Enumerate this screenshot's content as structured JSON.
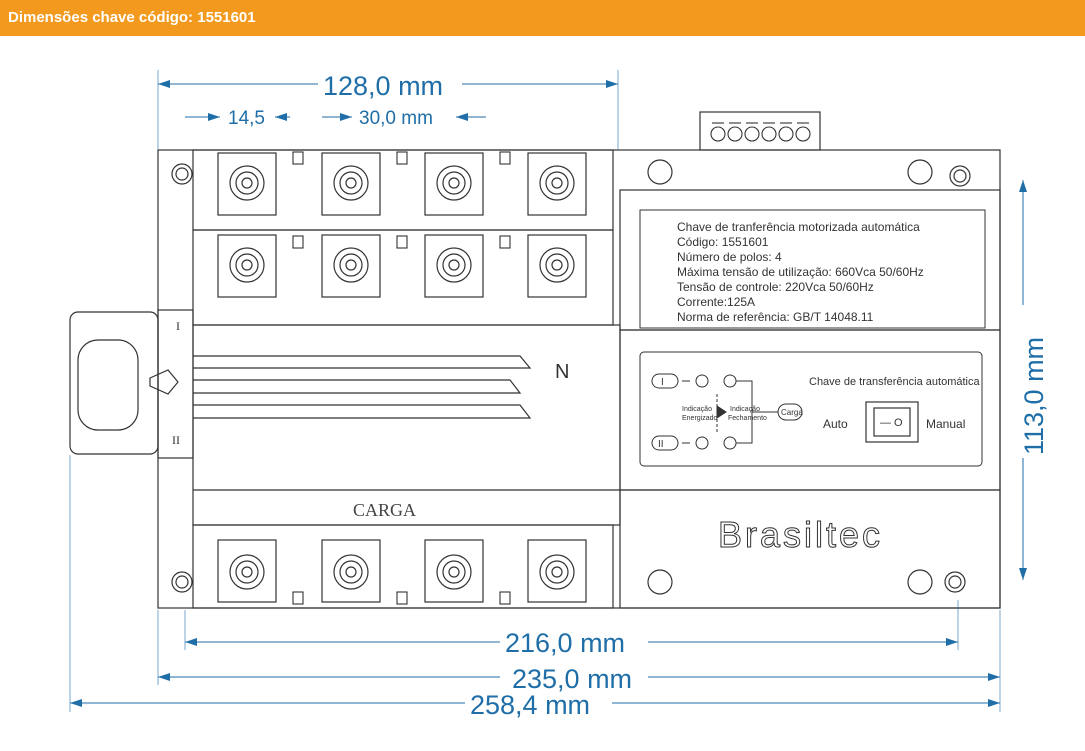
{
  "header": {
    "title": "Dimensões chave código: 1551601"
  },
  "dimensions": {
    "top_overall": "128,0 mm",
    "top_left_small": "14,5",
    "top_pitch": "30,0 mm",
    "right_height": "113,0 mm",
    "bottom_1": "216,0 mm",
    "bottom_2": "235,0 mm",
    "bottom_3": "258,4 mm"
  },
  "nameplate": {
    "lines": [
      "Chave de tranferência motorizada automática",
      "Código: 1551601",
      "Número de polos: 4",
      "Máxima tensão de utilização: 660Vca 50/60Hz",
      "Tensão de controle: 220Vca 50/60Hz",
      "Corrente:125A",
      "Norma de referência: GB/T 14048.11"
    ]
  },
  "control_panel": {
    "title": "Chave de transferência automática",
    "indicacao_energizado": [
      "Indicação",
      "Energizado"
    ],
    "indicacao_fechamento": [
      "Indicação",
      "Fechamento"
    ],
    "carga": "Carga",
    "auto": "Auto",
    "manual": "Manual",
    "switch_symbol": "— O",
    "roman_1": "I",
    "roman_2": "II"
  },
  "body_labels": {
    "neutral": "N",
    "carga": "CARGA",
    "brand": "Brasiltec",
    "position_1": "I",
    "position_2": "II"
  },
  "colors": {
    "header_bg": "#f39a1e",
    "dimension": "#1f6ea8",
    "outline": "#333333"
  }
}
